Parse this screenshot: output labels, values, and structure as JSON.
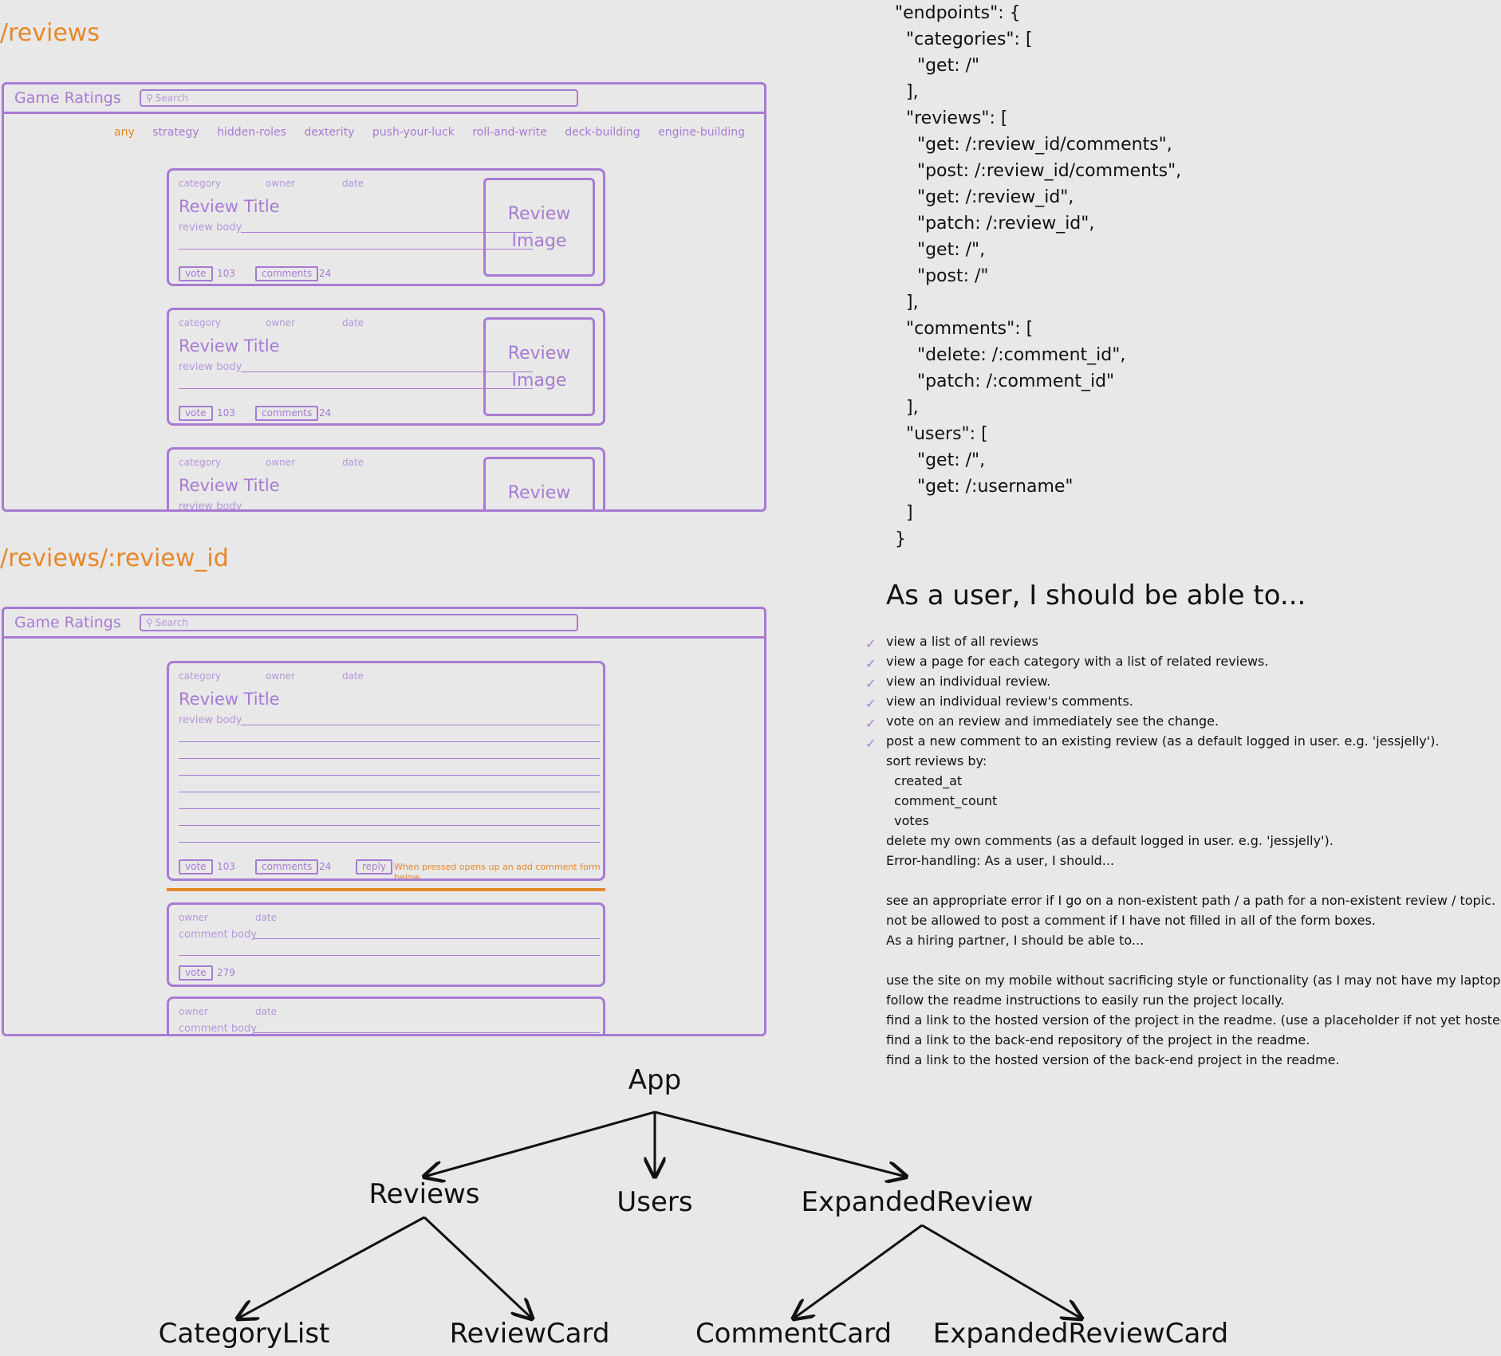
{
  "routes": {
    "reviews_title": "/reviews",
    "review_detail_title": "/reviews/:review_id"
  },
  "app": {
    "name": "Game Ratings",
    "search_placeholder": "Search",
    "categories": [
      "any",
      "strategy",
      "hidden-roles",
      "dexterity",
      "push-your-luck",
      "roll-and-write",
      "deck-building",
      "engine-building"
    ],
    "active_category": "any"
  },
  "review_card": {
    "category_label": "category",
    "owner_label": "owner",
    "date_label": "date",
    "title": "Review Title",
    "body_label": "review body",
    "image_line1": "Review",
    "image_line2": "Image",
    "vote_label": "vote",
    "votes": "103",
    "comments_label": "comments",
    "comments_count": "24"
  },
  "expanded": {
    "reply_label": "reply",
    "reply_note": "When pressed opens up an add comment form below"
  },
  "comment_card": {
    "owner_label": "owner",
    "date_label": "date",
    "body_label": "comment body",
    "vote_label": "vote",
    "votes": "279"
  },
  "endpoints_lines": [
    "\"endpoints\": {",
    "  \"categories\": [",
    "    \"get: /\"",
    "  ],",
    "  \"reviews\": [",
    "    \"get: /:review_id/comments\",",
    "    \"post: /:review_id/comments\",",
    "    \"get: /:review_id\",",
    "    \"patch: /:review_id\",",
    "    \"get: /\",",
    "    \"post: /\"",
    "  ],",
    "  \"comments\": [",
    "    \"delete: /:comment_id\",",
    "    \"patch: /:comment_id\"",
    "  ],",
    "  \"users\": [",
    "    \"get: /\",",
    "    \"get: /:username\"",
    "  ]",
    "}"
  ],
  "user_stories": {
    "title": "As a user, I should be able to...",
    "items": [
      {
        "text": "view a list of all reviews",
        "done": true
      },
      {
        "text": "view a page for each category with a list of related reviews.",
        "done": true
      },
      {
        "text": "view an individual review.",
        "done": true
      },
      {
        "text": "view an individual review's comments.",
        "done": true
      },
      {
        "text": "vote on an review and immediately see the change.",
        "done": true
      },
      {
        "text": "post a new comment to an existing review (as a default logged in user. e.g. 'jessjelly').",
        "done": true
      },
      {
        "text": "sort reviews by:",
        "done": false
      },
      {
        "text": "  created_at",
        "done": false
      },
      {
        "text": "  comment_count",
        "done": false
      },
      {
        "text": "  votes",
        "done": false
      },
      {
        "text": "delete my own comments (as a default logged in user. e.g. 'jessjelly').",
        "done": false
      },
      {
        "text": "Error-handling: As a user, I should...",
        "done": false
      },
      {
        "text": "",
        "done": false
      },
      {
        "text": "see an appropriate error if I go on a non-existent path / a path for a non-existent review / topic.",
        "done": false
      },
      {
        "text": "not be allowed to post a comment if I have not filled in all of the form boxes.",
        "done": false
      },
      {
        "text": "As a hiring partner, I should be able to...",
        "done": false
      },
      {
        "text": "",
        "done": false
      },
      {
        "text": "use the site on my mobile without sacrificing style or functionality (as I may not have my laptop nearby).",
        "done": false
      },
      {
        "text": "follow the readme instructions to easily run the project locally.",
        "done": false
      },
      {
        "text": "find a link to the hosted version of the project in the readme. (use a placeholder if not yet hosted!)",
        "done": false
      },
      {
        "text": "find a link to the back-end repository of the project in the readme.",
        "done": false
      },
      {
        "text": "find a link to the hosted version of the back-end project in the readme.",
        "done": false
      }
    ]
  },
  "component_tree": {
    "root": "App",
    "level1": [
      "Reviews",
      "Users",
      "ExpandedReview"
    ],
    "reviews_children": [
      "CategoryList",
      "ReviewCard"
    ],
    "expanded_children": [
      "CommentCard",
      "ExpandedReviewCard"
    ]
  },
  "colors": {
    "accent": "#e5882a",
    "wireframe": "#a77bd3",
    "background": "#e8e8e8"
  }
}
